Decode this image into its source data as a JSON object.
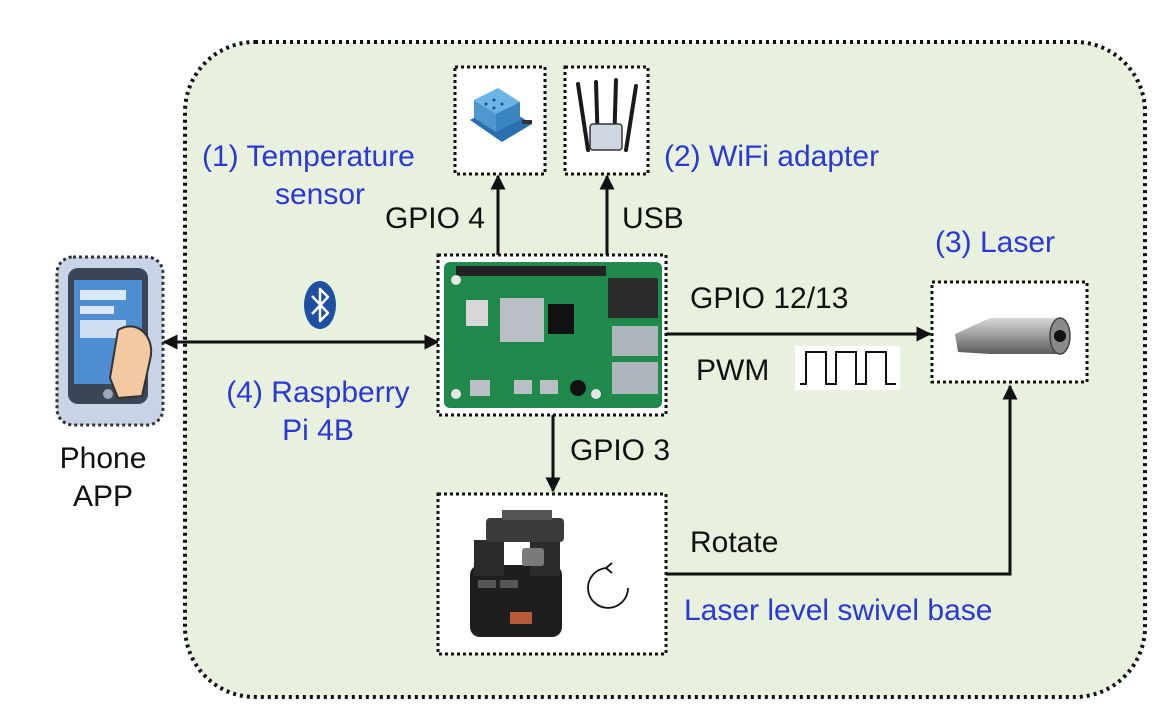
{
  "diagram": {
    "components": {
      "temperature_sensor": {
        "label_line1": "(1) Temperature",
        "label_line2": "sensor"
      },
      "wifi_adapter": {
        "label": "(2) WiFi adapter"
      },
      "laser": {
        "label": "(3) Laser"
      },
      "raspberry_pi": {
        "label_line1": "(4) Raspberry",
        "label_line2": "Pi 4B"
      },
      "swivel_base": {
        "label": "Laser level swivel base"
      },
      "phone": {
        "label_line1": "Phone",
        "label_line2": "APP"
      }
    },
    "connections": {
      "gpio4": "GPIO 4",
      "usb": "USB",
      "gpio1213": "GPIO 12/13",
      "pwm": "PWM",
      "gpio3": "GPIO 3",
      "rotate": "Rotate"
    },
    "colors": {
      "system_background": "#e8f1de",
      "label_blue": "#2a38d6",
      "bluetooth_badge": "#1e4fa0"
    },
    "icons": [
      "phone-app-icon",
      "bluetooth-icon",
      "pwm-waveform-icon",
      "rotate-icon",
      "temperature-sensor-image",
      "wifi-adapter-image",
      "raspberry-pi-board-image",
      "laser-module-image",
      "swivel-base-image"
    ]
  }
}
